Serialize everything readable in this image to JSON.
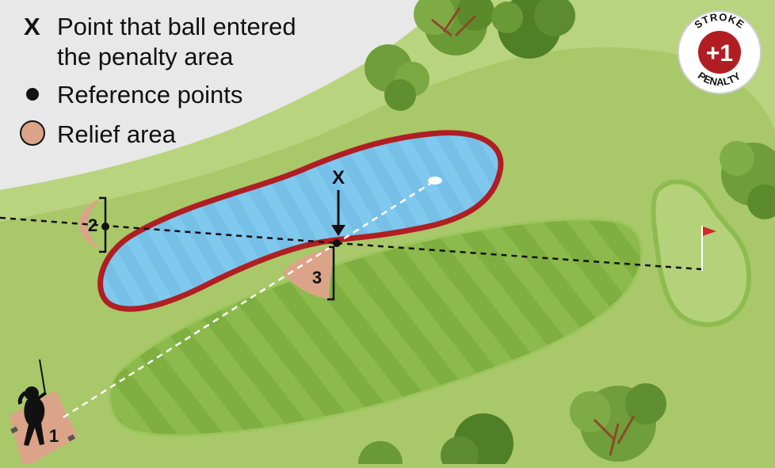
{
  "legend": {
    "x_symbol": "X",
    "x_label_line1": "Point that ball entered",
    "x_label_line2": "the penalty area",
    "reference_label": "Reference points",
    "relief_label": "Relief area"
  },
  "markers": {
    "x_label": "X",
    "relief_1": "1",
    "relief_2": "2",
    "relief_3": "3"
  },
  "badge": {
    "top": "STROKE",
    "middle": "+1",
    "bottom": "PENALTY"
  },
  "colors": {
    "out_of_play": "#e9e9e9",
    "rough": "#a9c96a",
    "fairway": "#8fbb4f",
    "green": "#b5d37a",
    "water": "#7ec8ec",
    "penalty_line": "#b01e23",
    "relief": "#dba488",
    "flag": "#d7262b"
  }
}
